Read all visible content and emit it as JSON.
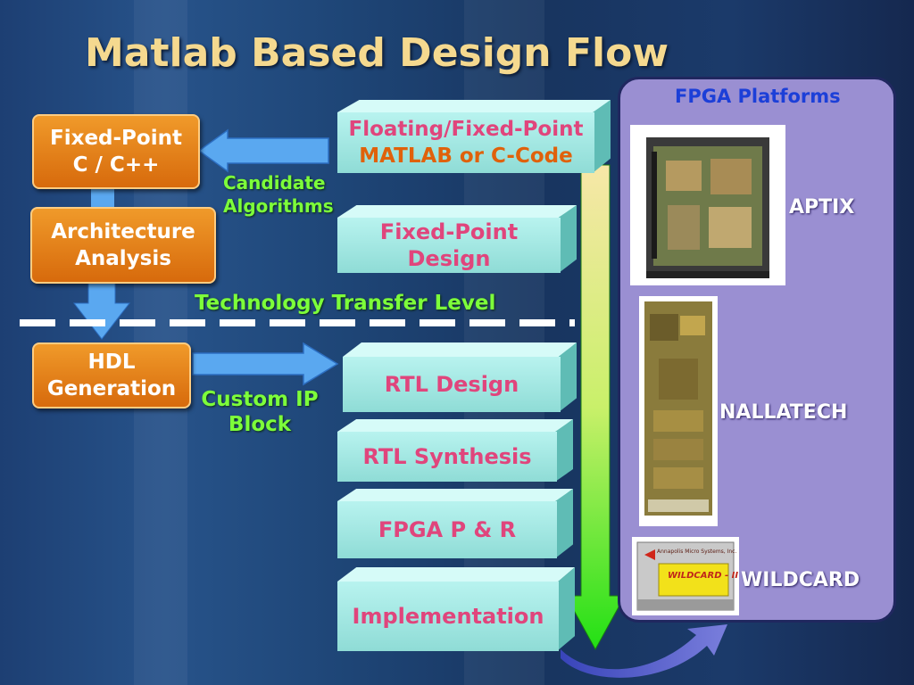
{
  "title": "Matlab Based Design Flow",
  "left_boxes": {
    "fixed_point_c": [
      "Fixed-Point",
      "C / C++"
    ],
    "architecture": [
      "Architecture",
      "Analysis"
    ],
    "hdl": [
      "HDL",
      "Generation"
    ]
  },
  "labels": {
    "candidate": [
      "Candidate",
      "Algorithms"
    ],
    "tech_transfer": "Technology Transfer Level",
    "custom_ip": [
      "Custom IP",
      "Block"
    ]
  },
  "steps": {
    "floating": [
      "Floating/Fixed-Point",
      "MATLAB or C-Code"
    ],
    "fixed_design": "Fixed-Point Design",
    "rtl_design": "RTL Design",
    "rtl_synthesis": "RTL Synthesis",
    "fpga_pr": "FPGA P & R",
    "implementation": "Implementation"
  },
  "platforms": {
    "title": "FPGA Platforms",
    "items": [
      "APTIX",
      "NALLATECH",
      "WILDCARD"
    ]
  },
  "wildcard_card": {
    "vendor": "Annapolis Micro Systems, Inc.",
    "name": "WILDCARD - II"
  },
  "colors": {
    "title": "#f5d98f",
    "box_orange": "#e8801c",
    "label_green": "#7dff3a",
    "step_cyan": "#a8ece8",
    "step_pink_text": "#e0457c",
    "panel_purple": "#9a8fd2",
    "arrow_light_blue": "#5aa8f0",
    "arrow_green": "#2ddd1a"
  }
}
